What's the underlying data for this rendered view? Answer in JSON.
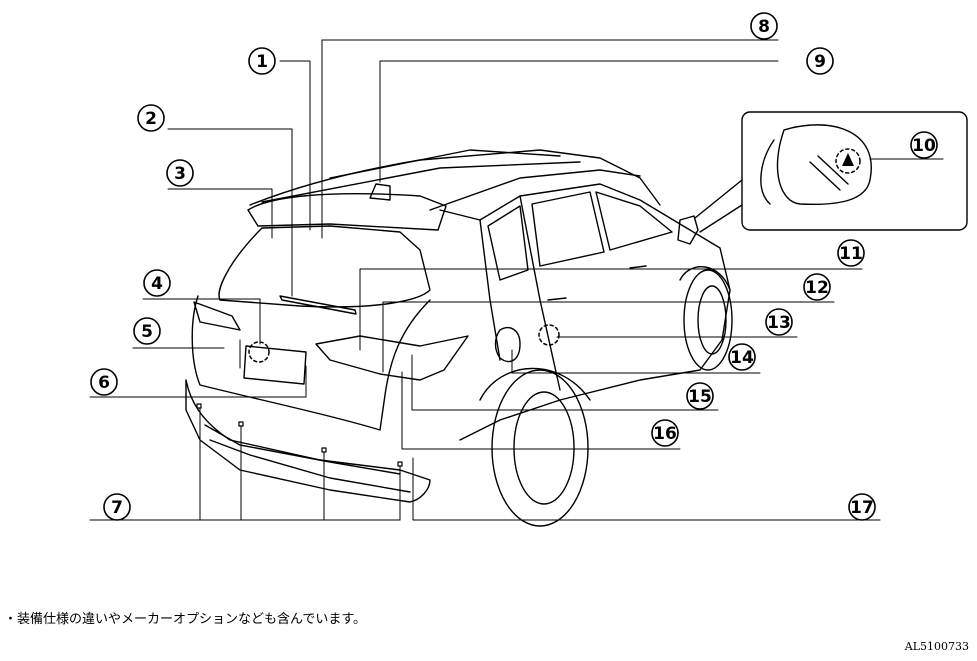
{
  "callouts": [
    {
      "id": "callout-1",
      "label": "1"
    },
    {
      "id": "callout-2",
      "label": "2"
    },
    {
      "id": "callout-3",
      "label": "3"
    },
    {
      "id": "callout-4",
      "label": "4"
    },
    {
      "id": "callout-5",
      "label": "5"
    },
    {
      "id": "callout-6",
      "label": "6"
    },
    {
      "id": "callout-7",
      "label": "7"
    },
    {
      "id": "callout-8",
      "label": "8"
    },
    {
      "id": "callout-9",
      "label": "9"
    },
    {
      "id": "callout-10",
      "label": "10"
    },
    {
      "id": "callout-11",
      "label": "11"
    },
    {
      "id": "callout-12",
      "label": "12"
    },
    {
      "id": "callout-13",
      "label": "13"
    },
    {
      "id": "callout-14",
      "label": "14"
    },
    {
      "id": "callout-15",
      "label": "15"
    },
    {
      "id": "callout-16",
      "label": "16"
    },
    {
      "id": "callout-17",
      "label": "17"
    }
  ],
  "note": "・装備仕様の違いやメーカーオプションなども含んでいます。",
  "figure_id": "AL5100733"
}
